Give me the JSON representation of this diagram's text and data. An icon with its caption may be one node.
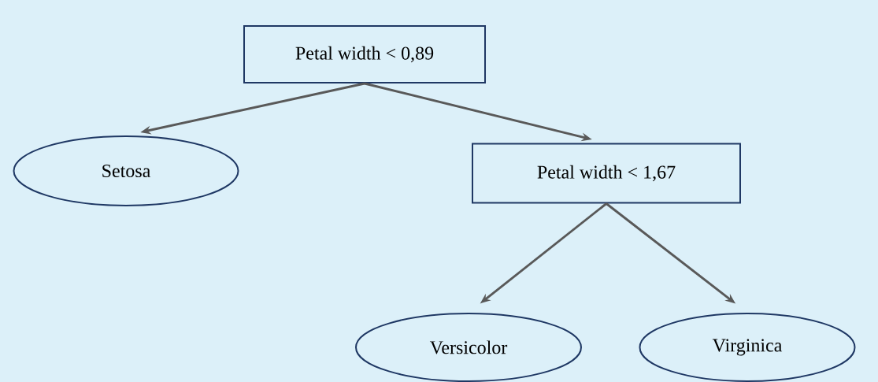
{
  "diagram": {
    "nodes": [
      {
        "text": [
          "Petal width < 0,89"
        ]
      },
      {
        "text": [
          "Setosa"
        ]
      },
      {
        "text": [
          "Petal width < 1,67"
        ]
      },
      {
        "text": [
          "Versicolor"
        ]
      },
      {
        "text": [
          "Virginica"
        ]
      }
    ],
    "edges": [
      {
        "from": 0,
        "to": 1,
        "arrow": "to"
      },
      {
        "from": 0,
        "to": 2,
        "arrow": "to"
      },
      {
        "from": 2,
        "to": 3,
        "arrow": "to"
      },
      {
        "from": 2,
        "to": 4,
        "arrow": "to"
      }
    ]
  }
}
